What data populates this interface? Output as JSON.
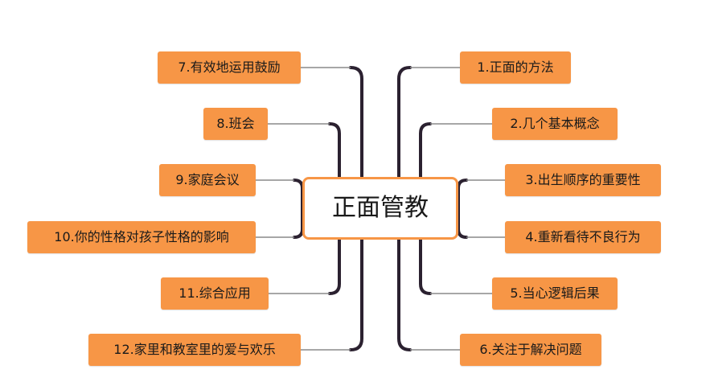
{
  "center": {
    "label": "正面管教"
  },
  "right_nodes": [
    {
      "id": "n1",
      "label": "1.正面的方法"
    },
    {
      "id": "n2",
      "label": "2.几个基本概念"
    },
    {
      "id": "n3",
      "label": "3.出生顺序的重要性"
    },
    {
      "id": "n4",
      "label": "4.重新看待不良行为"
    },
    {
      "id": "n5",
      "label": "5.当心逻辑后果"
    },
    {
      "id": "n6",
      "label": "6.关注于解决问题"
    }
  ],
  "left_nodes": [
    {
      "id": "n7",
      "label": "7.有效地运用鼓励"
    },
    {
      "id": "n8",
      "label": "8.班会"
    },
    {
      "id": "n9",
      "label": "9.家庭会议"
    },
    {
      "id": "n10",
      "label": "10.你的性格对孩子性格的影响"
    },
    {
      "id": "n11",
      "label": "11.综合应用"
    },
    {
      "id": "n12",
      "label": "12.家里和教室里的爱与欢乐"
    }
  ],
  "colors": {
    "node_fill": "#f79646",
    "center_border": "#f79646",
    "bracket": "#2b2130",
    "leader": "#8a8a8a"
  }
}
